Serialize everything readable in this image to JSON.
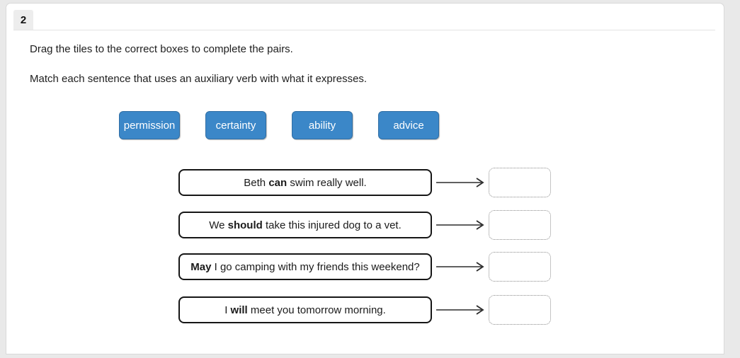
{
  "colors": {
    "tile_blue": "#3b87c8",
    "page_background": "#e9e9e9",
    "sentence_border": "#161616",
    "drop_border": "#8a8a8a"
  },
  "question": {
    "number": "2"
  },
  "instructions": {
    "line1": "Drag the tiles to the correct boxes to complete the pairs.",
    "line2": "Match each sentence that uses an auxiliary verb with what it expresses."
  },
  "tiles": [
    {
      "label": "permission"
    },
    {
      "label": "certainty"
    },
    {
      "label": "ability"
    },
    {
      "label": "advice"
    }
  ],
  "rows": [
    {
      "pre": "Beth ",
      "bold": "can",
      "post": " swim really well.",
      "drop_value": ""
    },
    {
      "pre": "We ",
      "bold": "should",
      "post": " take this injured dog to a vet.",
      "drop_value": ""
    },
    {
      "pre": "",
      "bold": "May",
      "post": " I go camping with my friends this weekend?",
      "drop_value": ""
    },
    {
      "pre": "I ",
      "bold": "will",
      "post": " meet you tomorrow morning.",
      "drop_value": ""
    }
  ],
  "icons": {
    "arrow": "right-arrow"
  }
}
